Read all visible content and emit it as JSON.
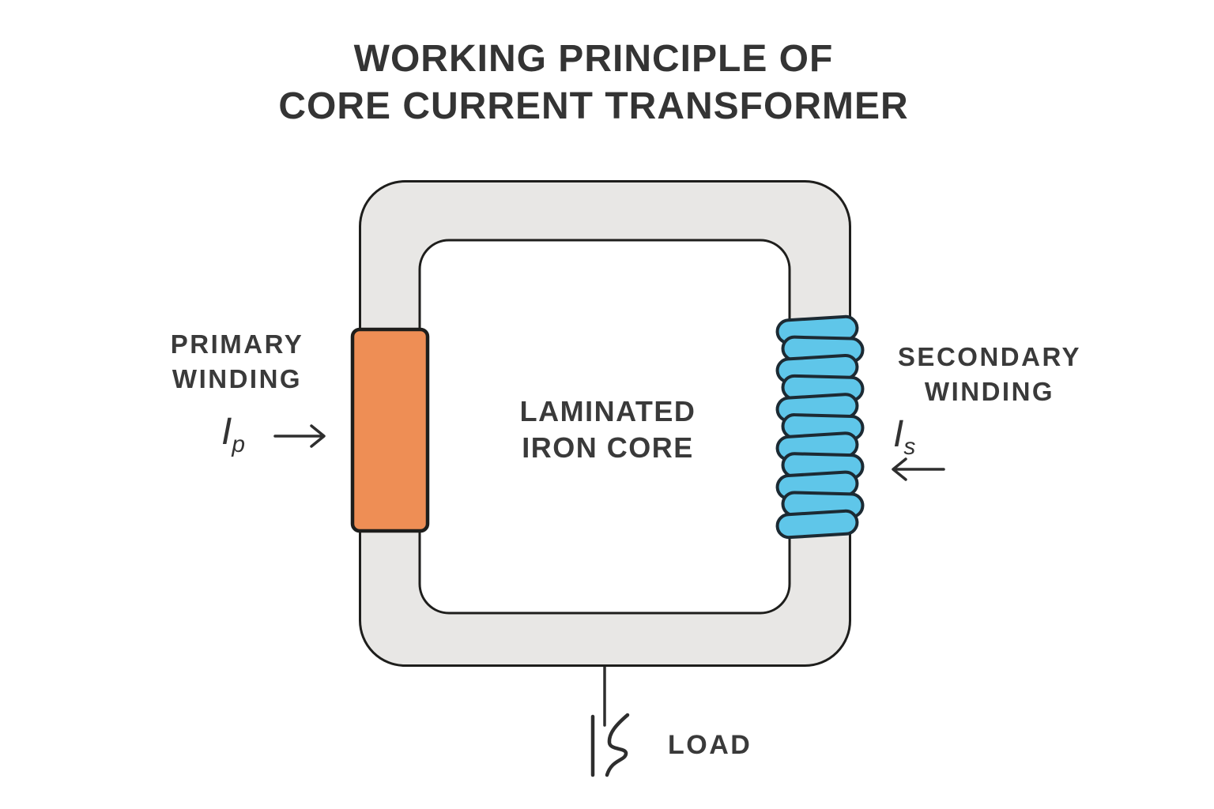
{
  "title": {
    "line1": "WORKING PRINCIPLE OF",
    "line2": "CORE CURRENT TRANSFORMER"
  },
  "core": {
    "label_line1": "LAMINATED",
    "label_line2": "IRON CORE"
  },
  "primary": {
    "label_line1": "PRIMARY",
    "label_line2": "WINDING",
    "current_symbol": "I",
    "current_subscript": "p",
    "current_direction": "right"
  },
  "secondary": {
    "label_line1": "SECONDARY",
    "label_line2": "WINDING",
    "current_symbol": "I",
    "current_subscript": "s",
    "current_direction": "left"
  },
  "load": {
    "label": "LOAD"
  },
  "coil": {
    "turns": 11
  },
  "colors": {
    "background": "#ffffff",
    "core_fill": "#e8e7e5",
    "core_inner_fill": "#ffffff",
    "outline": "#1e1e1c",
    "primary_winding": "#ee8e55",
    "secondary_winding": "#5fc6e9",
    "coil_outline": "#1c2a33",
    "text": "#3a3a3a",
    "arrow": "#2e2e2e"
  }
}
